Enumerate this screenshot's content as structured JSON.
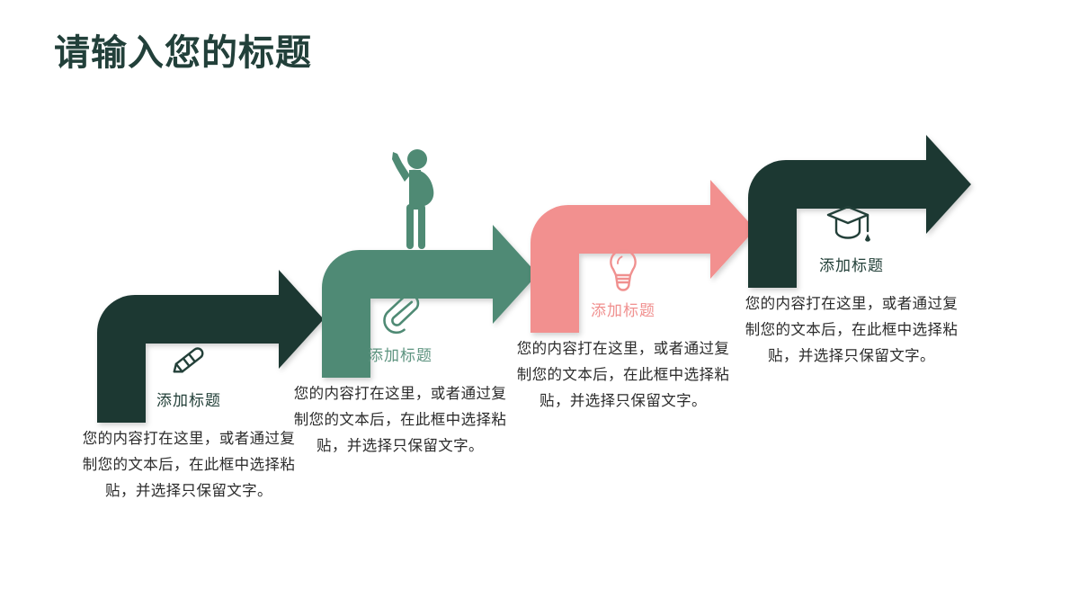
{
  "slide": {
    "title": "请输入您的标题",
    "background_color": "#ffffff",
    "title_color": "#22403A"
  },
  "palette": {
    "dark_green": "#1D3833",
    "medium_green": "#4F8A74",
    "pink": "#F2908F",
    "title_green": "#5E9480",
    "body_text": "#2b2b2b"
  },
  "decoration": {
    "person_icon": "person-raising-hand-icon",
    "person_color": "#4F8A74"
  },
  "steps": [
    {
      "index": 1,
      "icon": "pencil-icon",
      "title": "添加标题",
      "body": "您的内容打在这里，或者通过复制您的文本后，在此框中选择粘贴，并选择只保留文字。",
      "arrow_color": "#1D3833",
      "title_color": "#234039"
    },
    {
      "index": 2,
      "icon": "paperclip-icon",
      "title": "添加标题",
      "body": "您的内容打在这里，或者通过复制您的文本后，在此框中选择粘贴，并选择只保留文字。",
      "arrow_color": "#4F8A74",
      "title_color": "#5E9480"
    },
    {
      "index": 3,
      "icon": "lightbulb-icon",
      "title": "添加标题",
      "body": "您的内容打在这里，或者通过复制您的文本后，在此框中选择粘贴，并选择只保留文字。",
      "arrow_color": "#F2908F",
      "title_color": "#F0908F"
    },
    {
      "index": 4,
      "icon": "graduation-cap-icon",
      "title": "添加标题",
      "body": "您的内容打在这里，或者通过复制您的文本后，在此框中选择粘贴，并选择只保留文字。",
      "arrow_color": "#1D3833",
      "title_color": "#234039"
    }
  ]
}
